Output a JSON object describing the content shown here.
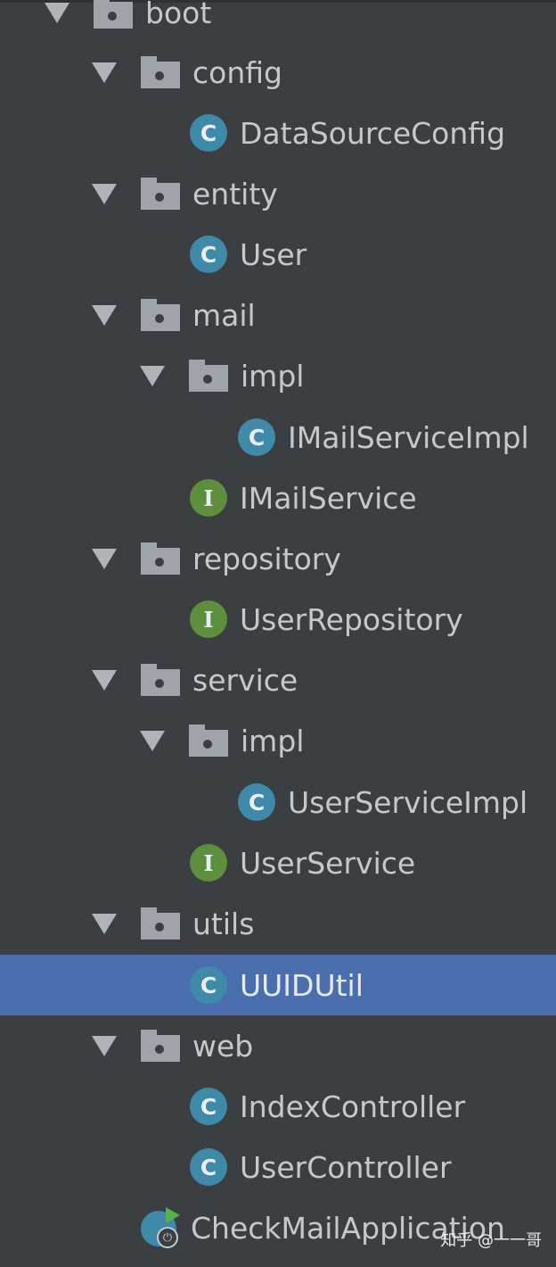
{
  "tree": {
    "root": "boot",
    "config": {
      "folder": "config",
      "items": [
        "DataSourceConfig"
      ]
    },
    "entity": {
      "folder": "entity",
      "items": [
        "User"
      ]
    },
    "mail": {
      "folder": "mail",
      "impl_folder": "impl",
      "impl_items": [
        "IMailServiceImpl"
      ],
      "items": [
        "IMailService"
      ]
    },
    "repository": {
      "folder": "repository",
      "items": [
        "UserRepository"
      ]
    },
    "service": {
      "folder": "service",
      "impl_folder": "impl",
      "impl_items": [
        "UserServiceImpl"
      ],
      "items": [
        "UserService"
      ]
    },
    "utils": {
      "folder": "utils",
      "items": [
        "UUIDUtil"
      ],
      "selected": "UUIDUtil"
    },
    "web": {
      "folder": "web",
      "items": [
        "IndexController",
        "UserController"
      ]
    },
    "app": "CheckMailApplication"
  },
  "icons": {
    "class_letter": "C",
    "interface_letter": "I",
    "power_symbol": "⏻"
  },
  "colors": {
    "background": "#3b3f42",
    "selection": "#4b6eaf",
    "class_icon": "#3f8aa9",
    "interface_icon": "#5d8f3e",
    "text": "#c4c9cd"
  },
  "watermark": "知乎 @一一哥"
}
